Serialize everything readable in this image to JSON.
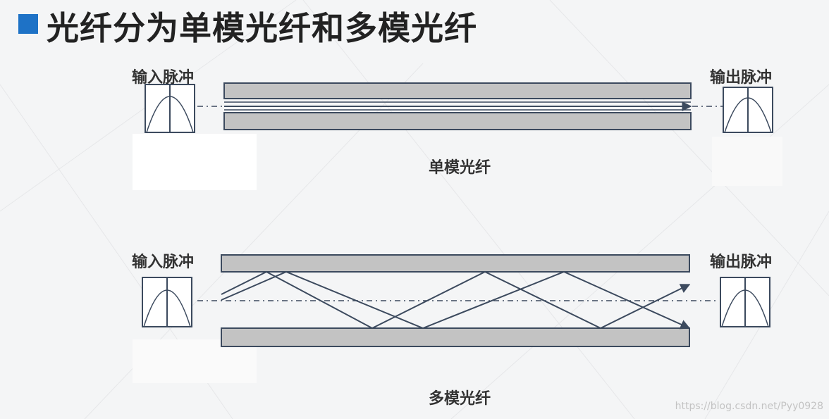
{
  "title": "光纤分为单模光纤和多模光纤",
  "single_mode": {
    "input_label": "输入脉冲",
    "output_label": "输出脉冲",
    "caption": "单模光纤"
  },
  "multi_mode": {
    "input_label": "输入脉冲",
    "output_label": "输出脉冲",
    "caption": "多模光纤"
  },
  "watermark": "https://blog.csdn.net/Pyy0928",
  "colors": {
    "accent": "#1e72c6",
    "cladding_fill": "#c3c3c3",
    "line": "#3c4a5e"
  }
}
